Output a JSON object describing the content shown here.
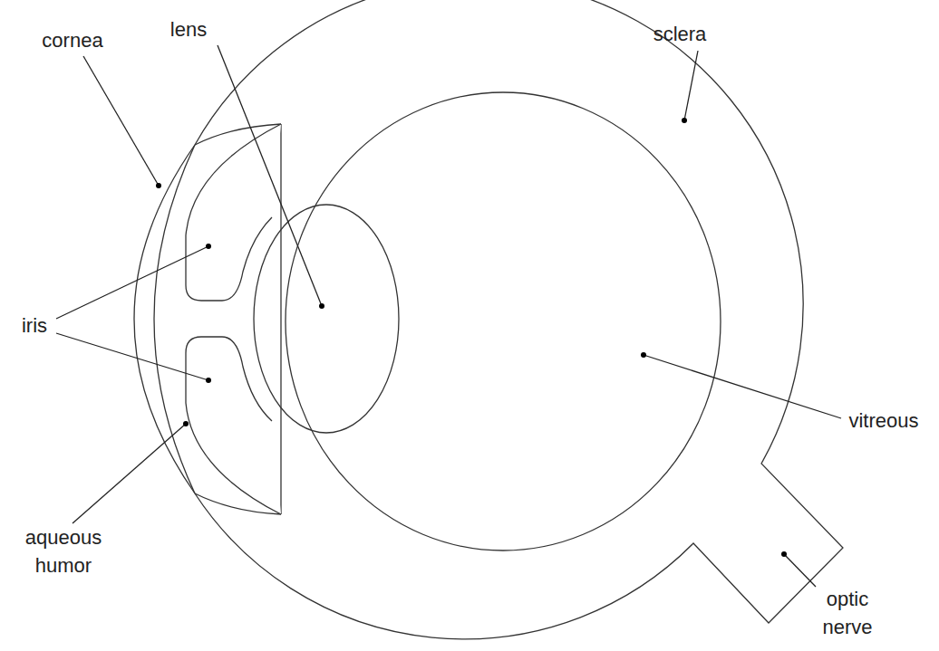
{
  "diagram": {
    "labels": [
      "cornea",
      "lens",
      "sclera",
      "iris",
      "vitreous",
      "aqueous humor",
      "optic nerve"
    ]
  }
}
